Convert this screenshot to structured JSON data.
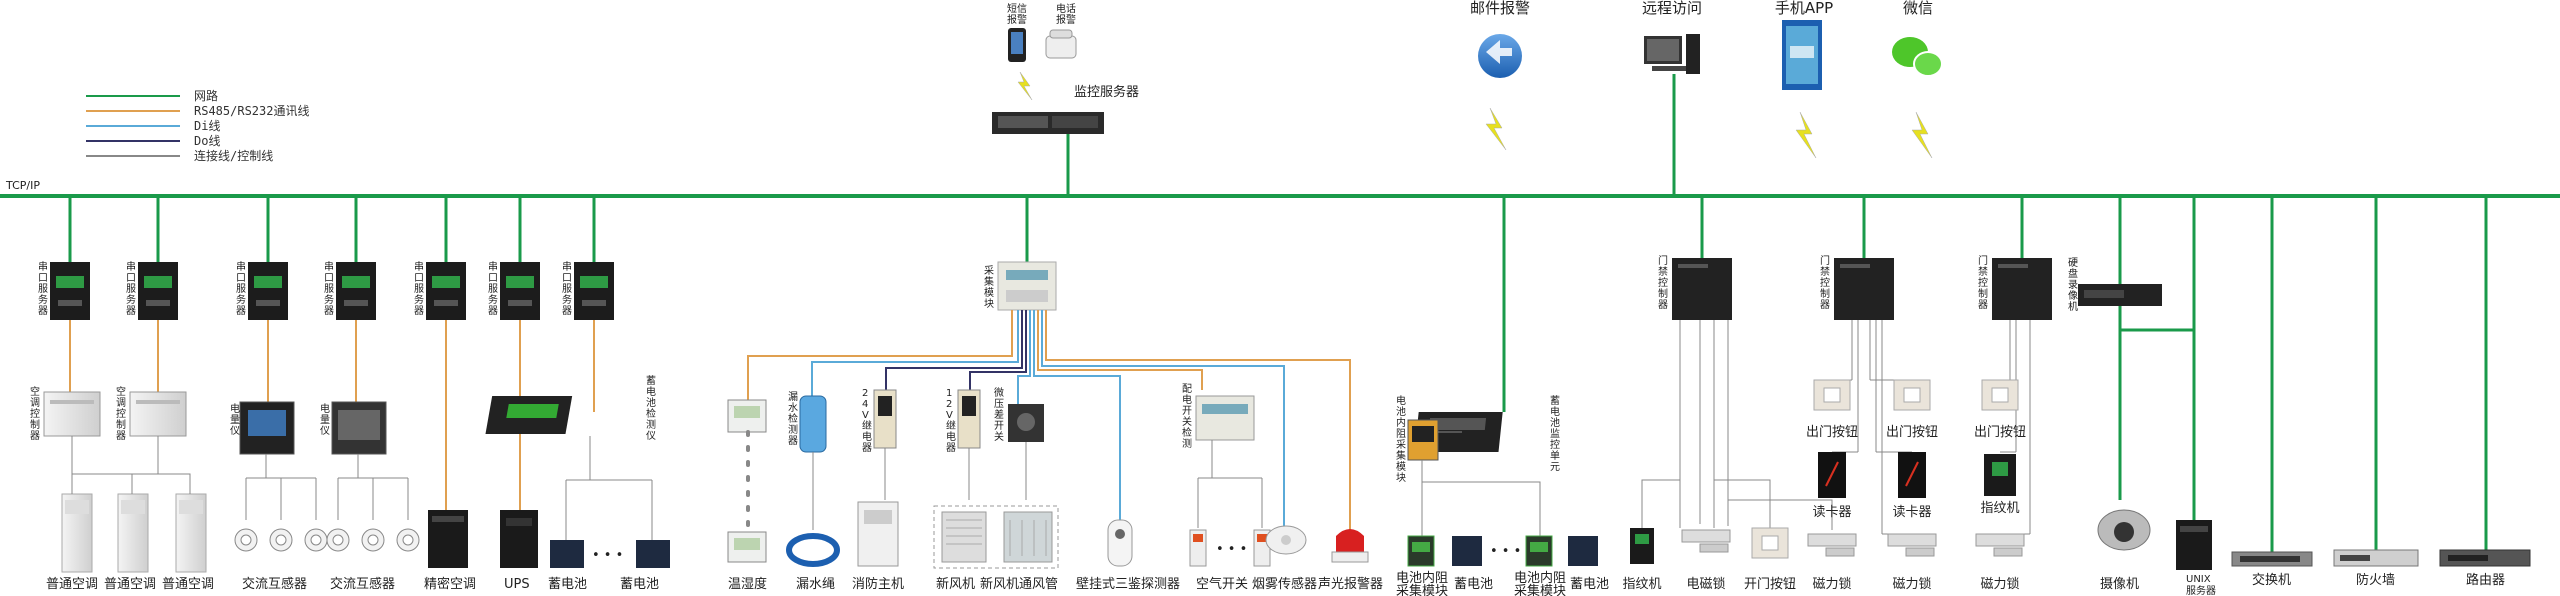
{
  "colors": {
    "network": "#1a9a4a",
    "rs485": "#e0a050",
    "di": "#5aaad8",
    "do": "#333366",
    "ctrl": "#888888"
  },
  "legend": [
    {
      "label": "网路",
      "color_key": "network"
    },
    {
      "label": "RS485/RS232通讯线",
      "color_key": "rs485"
    },
    {
      "label": "Di线",
      "color_key": "di"
    },
    {
      "label": "Do线",
      "color_key": "do"
    },
    {
      "label": "连接线/控制线",
      "color_key": "ctrl"
    }
  ],
  "bus_label": "TCP/IP",
  "top": {
    "sms_label": "短信\n报警",
    "phone_label": "电话\n报警",
    "monitor_server": "监控服务器",
    "email_alarm": "邮件报警",
    "remote_access": "远程访问",
    "mobile_app": "手机APP",
    "wechat": "微信"
  },
  "serial_server": "串口服务器",
  "collector": "采集模块",
  "vlabels": {
    "ac_controller": "空调控制器",
    "power_meter": "电量仪",
    "battery_detector": "蓄电池检测仪",
    "water_leak_detector": "漏水检测器",
    "relay_24v": "24V继电器",
    "relay_12v": "12V继电器",
    "micro_diff_switch": "微压差开关",
    "dist_switch_detect": "配电开关检测",
    "battery_collector": "电池内阻采集模块",
    "battery_manager": "蓄电池监控单元",
    "door_controller": "门禁控制器",
    "nvr": "硬盘录像机"
  },
  "bottom": {
    "normal_ac": "普通空调",
    "ct": "交流互感器",
    "precision_ac": "精密空调",
    "ups": "UPS",
    "battery": "蓄电池",
    "temp_humid": "温湿度",
    "leak_rope": "漏水绳",
    "fire_host": "消防主机",
    "fresh_air": "新风机",
    "fresh_air_pipe": "新风机通风管",
    "triple_detector": "壁挂式三鉴探测器",
    "air_switch": "空气开关",
    "smoke_sensor": "烟雾传感器",
    "siren": "声光报警器",
    "battery_module": "电池内阻\n采集模块",
    "fingerprint": "指纹机",
    "mag_lock": "电磁锁",
    "exit_button": "开门按钮",
    "force_lock": "磁力锁",
    "exit_button_label": "出门按钮",
    "card_reader": "读卡器",
    "fingerprint_reader": "指纹机",
    "camera": "摄像机",
    "unix_server": "UNIX\n服务器",
    "switch": "交换机",
    "firewall": "防火墙",
    "router": "路由器",
    "ellipsis": "• • •"
  }
}
